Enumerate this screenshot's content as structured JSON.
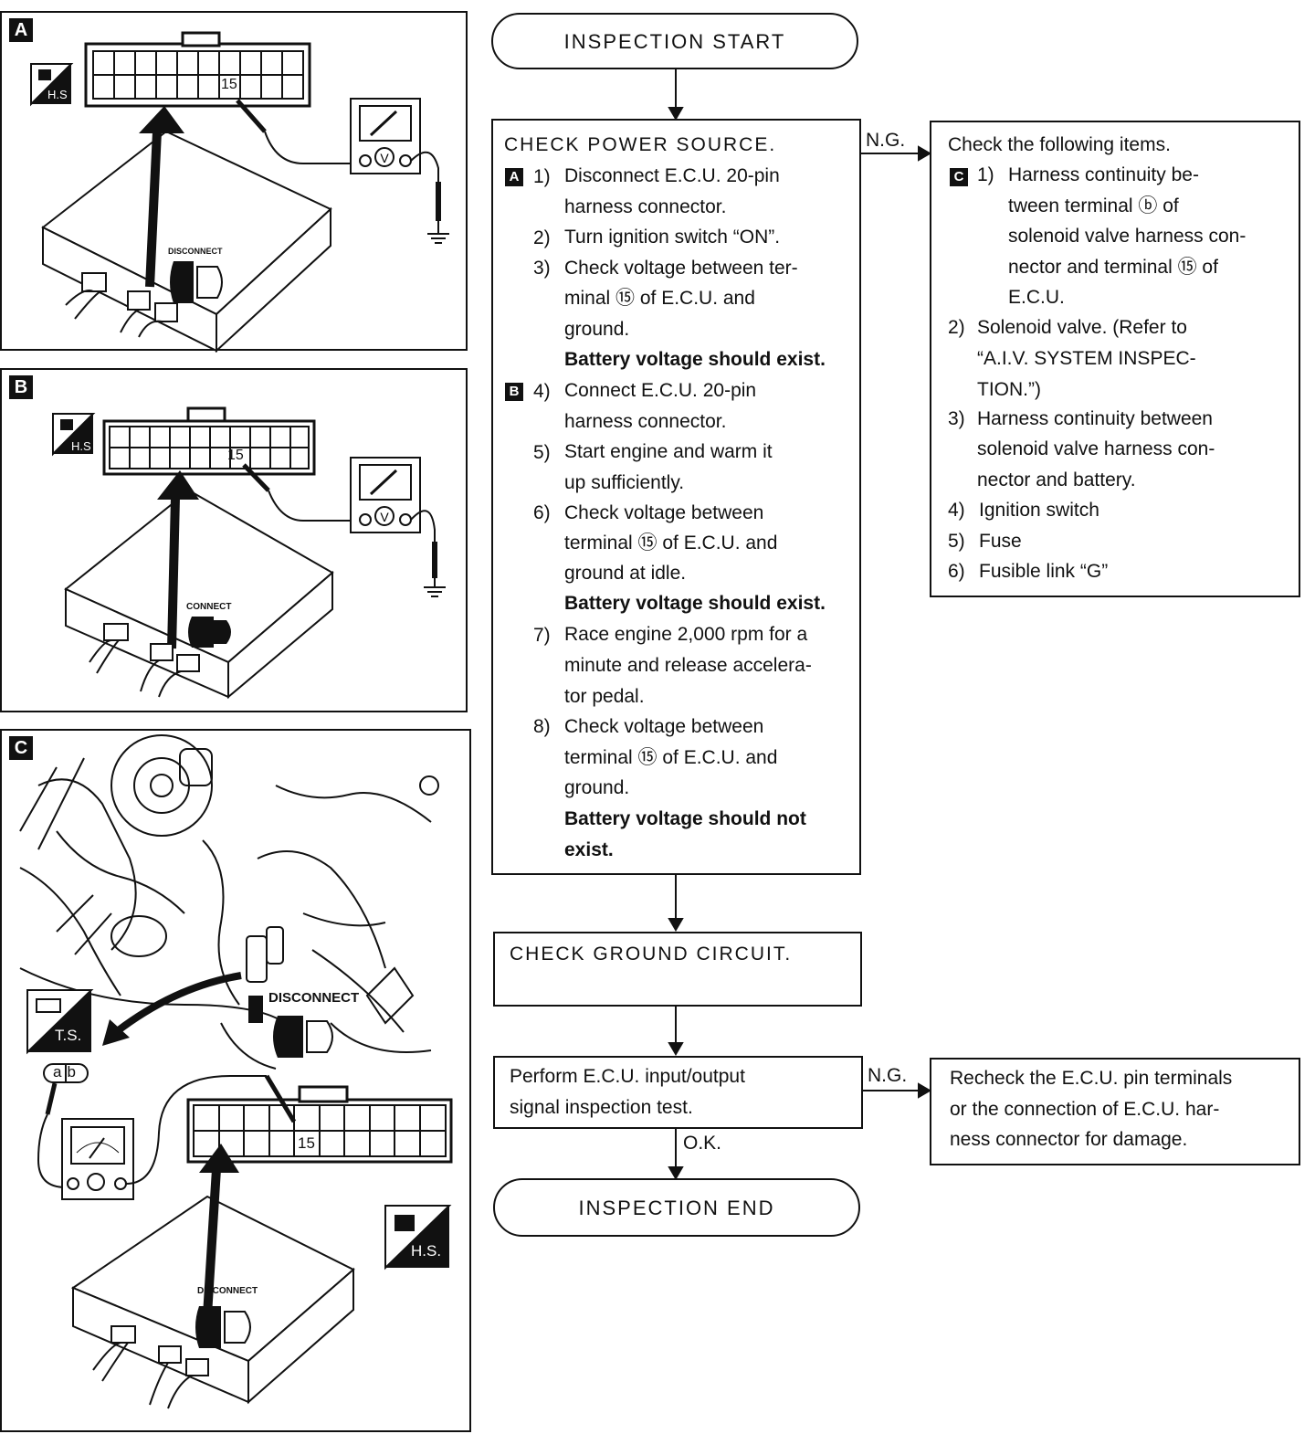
{
  "panels": {
    "a": {
      "label": "A",
      "pin": "15",
      "range_badge": "H.S",
      "conn_state": "DISCONNECT"
    },
    "b": {
      "label": "B",
      "pin": "15",
      "range_badge": "H.S",
      "conn_state": "CONNECT"
    },
    "c": {
      "label": "C",
      "pin": "15",
      "ts_badge": "T.S.",
      "hs_badge": "H.S.",
      "harness_state": "DISCONNECT",
      "ecu_state": "DISCONNECT",
      "terminals": "ab"
    }
  },
  "flow": {
    "start": "INSPECTION START",
    "end": "INSPECTION END",
    "ng1": "N.G.",
    "ng2": "N.G.",
    "ok": "O.K.",
    "power": {
      "title": "CHECK POWER SOURCE.",
      "tag_a": "A",
      "tag_b": "B",
      "lines": [
        "Disconnect E.C.U. 20-pin",
        "harness connector.",
        "Turn ignition switch “ON”.",
        "Check voltage between ter-",
        "minal ⑮ of E.C.U. and",
        "ground.",
        "Battery voltage should exist.",
        "Connect E.C.U. 20-pin",
        "harness connector.",
        "Start engine and warm it",
        "up sufficiently.",
        "Check voltage between",
        "terminal ⑮ of E.C.U. and",
        "ground at idle.",
        "Battery voltage should exist.",
        "Race engine 2,000 rpm for a",
        "minute and release accelera-",
        "tor pedal.",
        "Check voltage between",
        "terminal ⑮ of E.C.U. and",
        "ground.",
        "Battery voltage should not",
        "exist."
      ],
      "nums": [
        "1)",
        "2)",
        "3)",
        "4)",
        "5)",
        "6)",
        "7)",
        "8)"
      ]
    },
    "check_items": {
      "title": "Check the following items.",
      "tag_c": "C",
      "lines": [
        "Harness continuity be-",
        "tween terminal ⓑ of",
        "solenoid valve harness con-",
        "nector and terminal ⑮ of",
        "E.C.U.",
        "Solenoid valve.  (Refer to",
        "“A.I.V. SYSTEM INSPEC-",
        "TION.”)",
        "Harness continuity between",
        "solenoid valve harness con-",
        "nector and battery.",
        "Ignition switch",
        "Fuse",
        "Fusible link “G”"
      ],
      "nums": [
        "1)",
        "2)",
        "3)",
        "4)",
        "5)",
        "6)"
      ]
    },
    "ground": {
      "title": "CHECK GROUND CIRCUIT."
    },
    "perform": {
      "lines": [
        "Perform E.C.U. input/output",
        "signal inspection test."
      ]
    },
    "recheck": {
      "lines": [
        "Recheck the E.C.U. pin terminals",
        "or the connection of E.C.U. har-",
        "ness connector for damage."
      ]
    }
  }
}
